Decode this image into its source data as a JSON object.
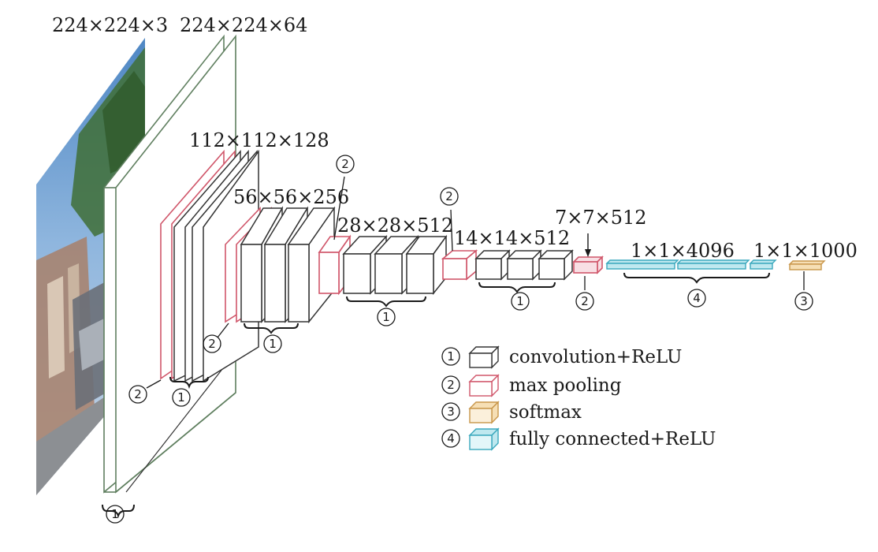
{
  "labels": {
    "input": "224×224×3",
    "conv1": "224×224×64",
    "conv2": "112×112×128",
    "conv3": "56×56×256",
    "conv4": "28×28×512",
    "conv5": "14×14×512",
    "pool5": "7×7×512",
    "fc": "1×1×4096",
    "softmax": "1×1×1000"
  },
  "markers": {
    "conv": "1",
    "pool": "2",
    "softmax": "3",
    "fc": "4"
  },
  "legend": [
    {
      "marker": "1",
      "text": "convolution+ReLU",
      "kind": "conv"
    },
    {
      "marker": "2",
      "text": "max pooling",
      "kind": "pool"
    },
    {
      "marker": "3",
      "text": "softmax",
      "kind": "softmax"
    },
    {
      "marker": "4",
      "text": "fully connected+ReLU",
      "kind": "fc"
    }
  ],
  "colors": {
    "conv_edge": "#333333",
    "conv_face": "#ffffff",
    "pool_edge": "#d0566a",
    "pool_face": "#ffffff",
    "softmax_edge": "#c8964a",
    "softmax_face": "#f6dfb5",
    "fc_edge": "#3aa8bd",
    "fc_face": "#bfe8ef",
    "conv1_edge": "#5f7f5f"
  }
}
